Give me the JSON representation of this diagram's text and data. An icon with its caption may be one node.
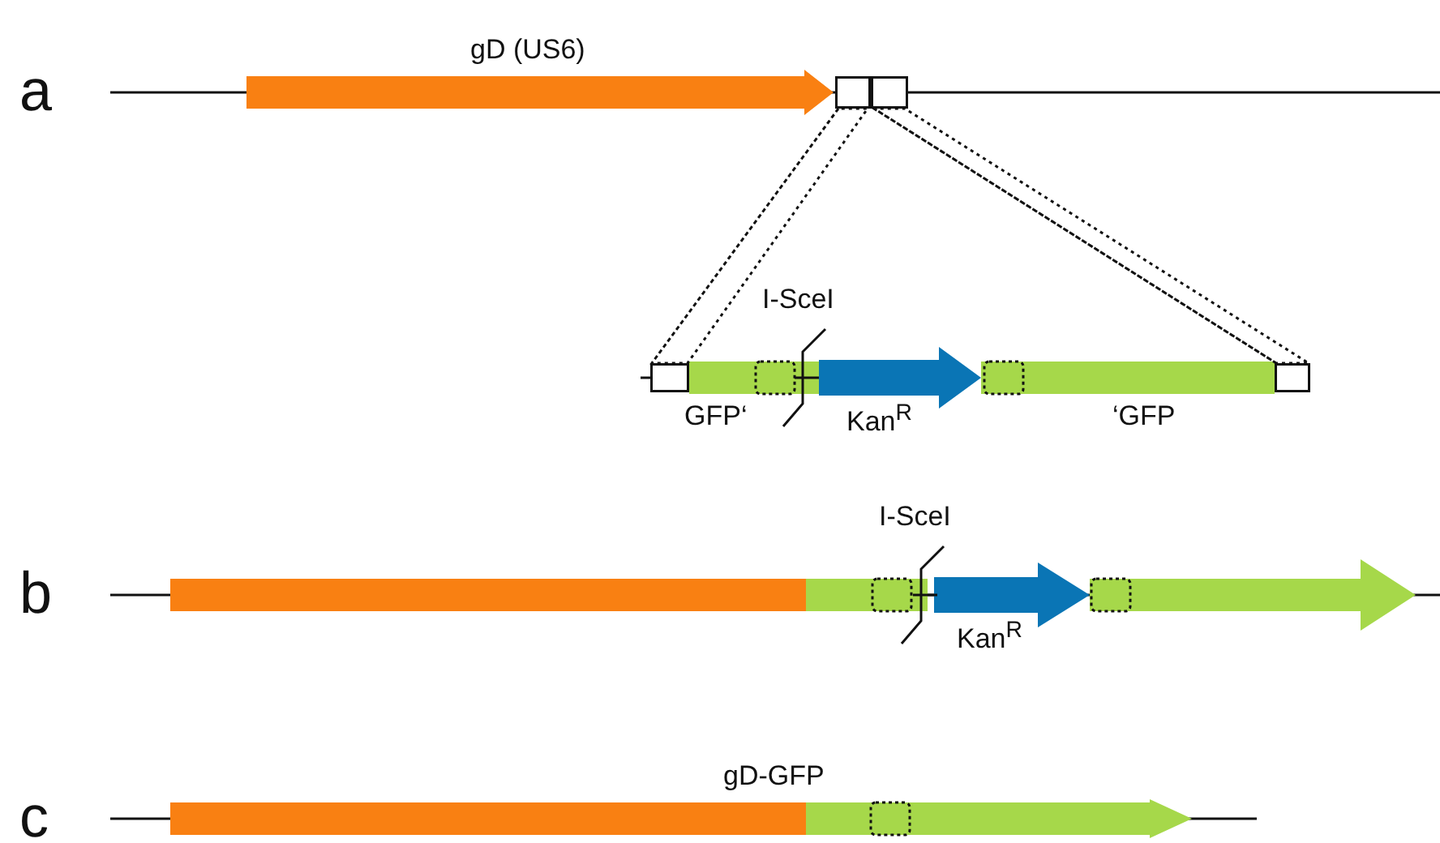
{
  "diagram": {
    "nodes": [
      {
        "text": [
          "gD (US6)"
        ]
      },
      {
        "text": [],
        "shape": "box"
      },
      {
        "text": [],
        "shape": "box"
      },
      {
        "text": [],
        "shape": "box"
      },
      {
        "text": [
          "GFP‘"
        ]
      },
      {
        "text": [
          "Kan$^{R}$"
        ]
      },
      {
        "text": [
          "‘GFP"
        ]
      },
      {
        "text": [],
        "shape": "box"
      },
      {
        "text": [],
        "shape": "bar"
      },
      {
        "text": [],
        "shape": "bar"
      },
      {
        "text": [
          "Kan$^{R}$"
        ]
      },
      {
        "text": [],
        "shape": "arrow"
      },
      {
        "text": [
          "gD-GFP"
        ]
      },
      {
        "text": [],
        "shape": "arrow"
      }
    ],
    "edges": [
      {
        "from": 1,
        "to": 3,
        "arrow": "none",
        "style": "dashed"
      },
      {
        "from": 2,
        "to": 7,
        "arrow": "none",
        "style": "dashed"
      }
    ],
    "labels": [
      "a",
      "I-SceI",
      "b",
      "I-SceI",
      "c"
    ]
  }
}
